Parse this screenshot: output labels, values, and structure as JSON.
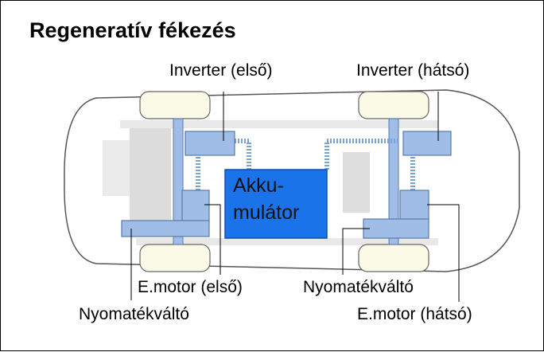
{
  "title": "Regeneratív fékezés",
  "battery": {
    "line1": "Akku-",
    "line2": "mulátor"
  },
  "labels": {
    "inverter_front": "Inverter (első)",
    "inverter_rear": "Inverter (hátsó)",
    "emotor_front": "E.motor (első)",
    "torque_converter_rear": "Nyomatékváltó",
    "torque_converter_front": "Nyomatékváltó",
    "emotor_rear": "E.motor (hátsó)"
  },
  "colors": {
    "component_fill": "#9fbde6",
    "component_stroke": "#5a7aa8",
    "battery_fill": "#1a73e8",
    "battery_text": "#111111",
    "chassis_gray": "#e2e2e2",
    "cable": "#7aa2d6"
  }
}
